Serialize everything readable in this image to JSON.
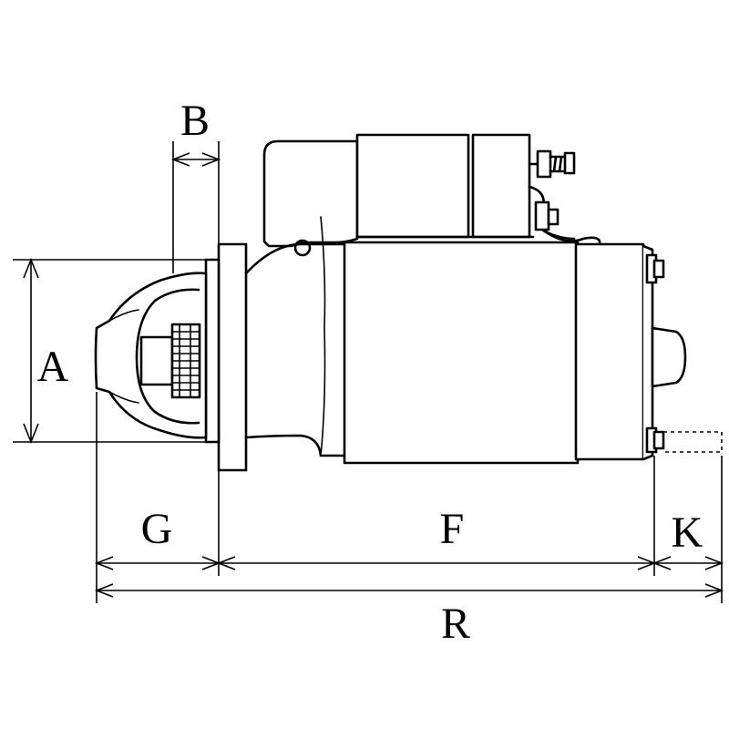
{
  "dimensions": {
    "a": "A",
    "b": "B",
    "f": "F",
    "g": "G",
    "k": "K",
    "r": "R"
  }
}
